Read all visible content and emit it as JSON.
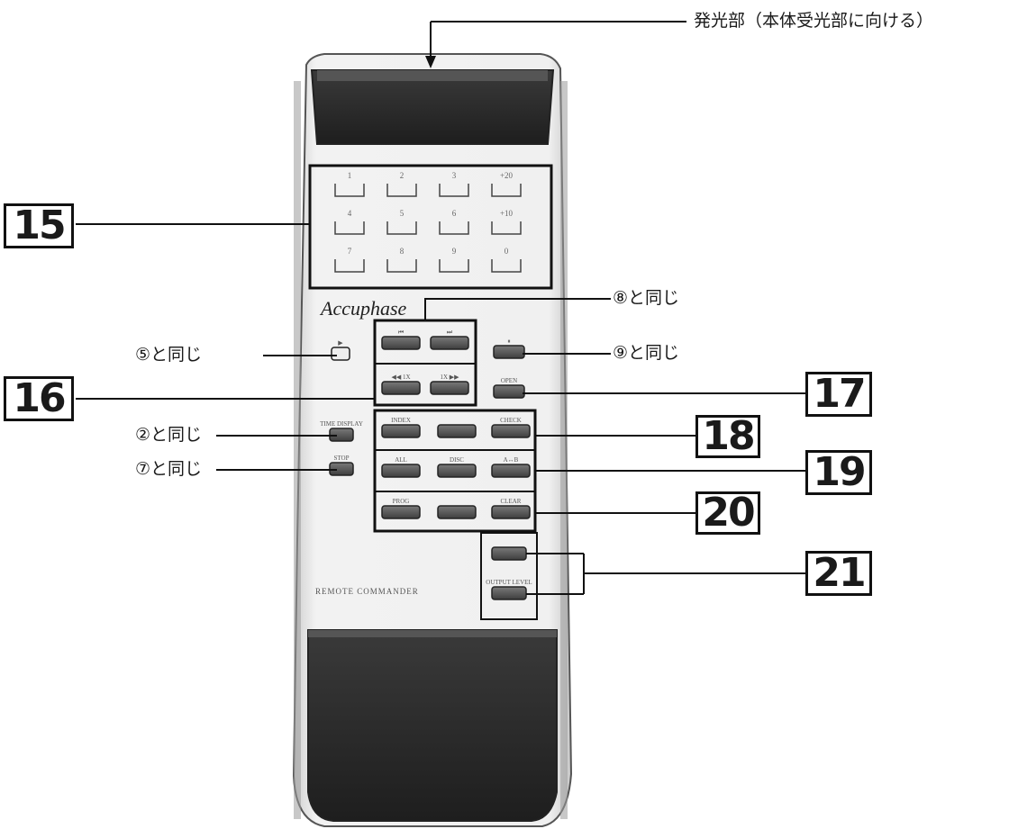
{
  "emitter_label": "発光部（本体受光部に向ける）",
  "brand": "Accuphase",
  "model_label": "REMOTE COMMANDER",
  "callouts": {
    "c15": "15",
    "c16": "16",
    "c17": "17",
    "c18": "18",
    "c19": "19",
    "c20": "20",
    "c21": "21"
  },
  "notes": {
    "same_as_8": "⑧と同じ",
    "same_as_5": "⑤と同じ",
    "same_as_9": "⑨と同じ",
    "same_as_2": "②と同じ",
    "same_as_7": "⑦と同じ"
  },
  "keypad": {
    "row1": [
      "1",
      "2",
      "3",
      "+20"
    ],
    "row2": [
      "4",
      "5",
      "6",
      "+10"
    ],
    "row3": [
      "7",
      "8",
      "9",
      "0"
    ]
  },
  "buttons": {
    "play_label": "▶",
    "prev_label": "⏮",
    "next_label": "⏭",
    "pause_label": "⏸",
    "rew_label": "◀◀ 1X",
    "ff_label": "1X ▶▶",
    "open_label": "OPEN",
    "time_label": "TIME DISPLAY",
    "stop_label": "STOP",
    "index_label": "INDEX",
    "check_label": "CHECK",
    "all_label": "ALL",
    "disc_label": "DISC",
    "repeat_label": "A↔B",
    "prog_label": "PROG",
    "clear_label": "CLEAR",
    "output_level_label": "OUTPUT LEVEL"
  }
}
